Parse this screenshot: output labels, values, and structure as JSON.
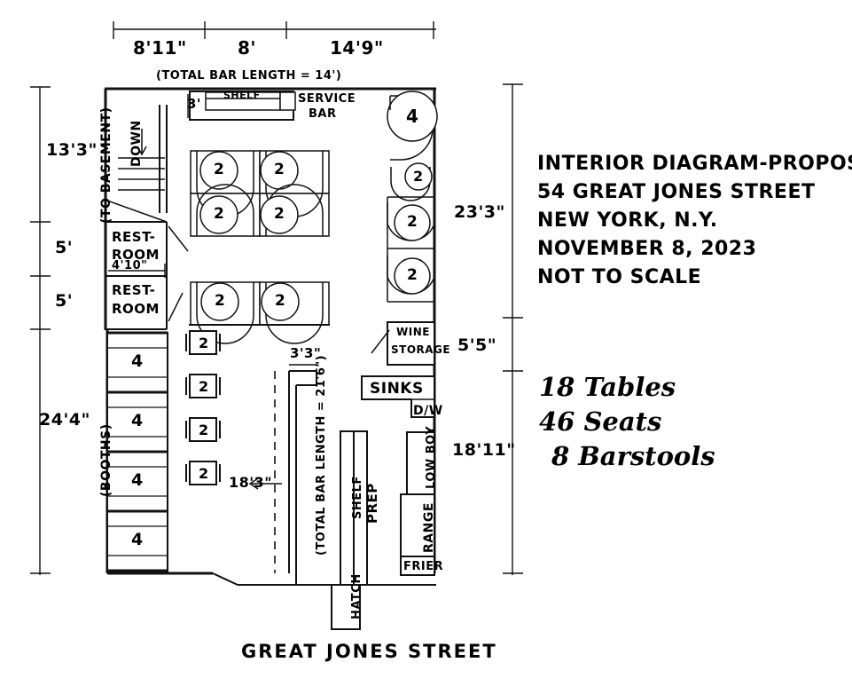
{
  "title_block": {
    "line1": "INTERIOR DIAGRAM-PROPOSED",
    "line2": "54 GREAT JONES STREET",
    "line3": "NEW YORK, N.Y.",
    "line4": "NOVEMBER 8, 2023",
    "line5": "NOT TO SCALE"
  },
  "summary": {
    "tables": "18 Tables",
    "seats": "46 Seats",
    "barstools": "8 Barstools"
  },
  "street_label": "GREAT JONES STREET",
  "dimensions": {
    "top": [
      "8'11\"",
      "8'",
      "14'9\""
    ],
    "left": [
      "13'3\"",
      "5'",
      "5'",
      "24'4\""
    ],
    "right": [
      "23'3\"",
      "5'5\"",
      "18'11\""
    ],
    "left_annotation": "(TO BASEMENT)",
    "booths_annotation": "(BOOTHS)",
    "restroom_width": "4'10\"",
    "service_bar_depth": "3'",
    "bar_offset": "3'3\"",
    "bar_setback": "18'3\""
  },
  "notes": {
    "total_bar_length_top": "(TOTAL BAR LENGTH = 14')",
    "total_bar_length_main": "(TOTAL BAR LENGTH = 21'6\")"
  },
  "labels": {
    "shelf_top": "SHELF",
    "service_bar": "SERVICE BAR",
    "service_bar_l1": "SERVICE",
    "service_bar_l2": "BAR",
    "down": "DOWN",
    "restroom_1": "REST-ROOM",
    "restroom_1a": "REST-",
    "restroom_1b": "ROOM",
    "restroom_2a": "REST-",
    "restroom_2b": "ROOM",
    "wine_storage_a": "WINE",
    "wine_storage_b": "STORAGE",
    "sinks": "SINKS",
    "dishwasher": "D/W",
    "low_boy": "LOW BOY",
    "range": "RANGE",
    "frier": "FRIER",
    "prep": "PREP",
    "shelf_bar": "SHELF",
    "hatch": "HATCH"
  },
  "seat_counts": {
    "round_top_grid": [
      "2",
      "2",
      "2",
      "2"
    ],
    "round_row": [
      "2",
      "2"
    ],
    "square_column": [
      "2",
      "2",
      "2",
      "2"
    ],
    "right_wall": [
      "4",
      "2",
      "2",
      "2"
    ],
    "booths": [
      "4",
      "4",
      "4",
      "4"
    ]
  },
  "colors": {
    "ink": "#111111",
    "paper": "#ffffff"
  }
}
